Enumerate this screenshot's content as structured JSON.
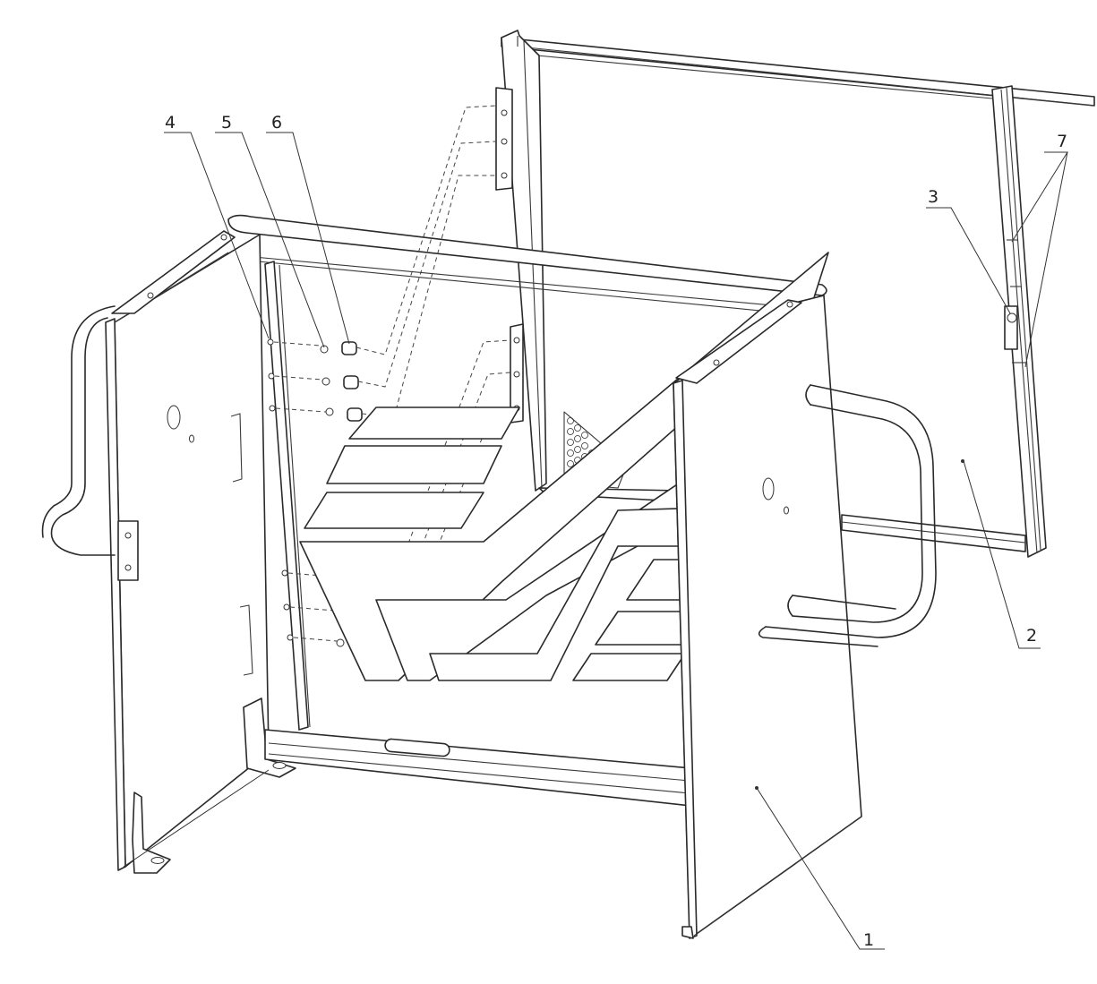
{
  "callouts": [
    {
      "id": "1",
      "label": "1"
    },
    {
      "id": "2",
      "label": "2"
    },
    {
      "id": "3",
      "label": "3"
    },
    {
      "id": "4",
      "label": "4"
    },
    {
      "id": "5",
      "label": "5"
    },
    {
      "id": "6",
      "label": "6"
    },
    {
      "id": "7",
      "label": "7"
    }
  ],
  "colors": {
    "line": "#2a2a2a",
    "background": "#ffffff"
  }
}
